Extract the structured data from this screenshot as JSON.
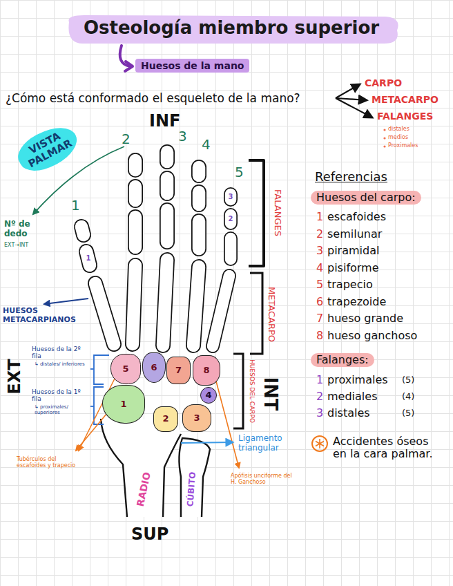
{
  "diagram": {
    "title": "Osteología miembro superior",
    "nodes": [
      {
        "text": [
          "Huesos de la mano"
        ]
      },
      {
        "text": [
          "VISTA PALMAR"
        ]
      },
      {
        "text": [
          "Huesos del carpo:"
        ]
      },
      {
        "text": [
          "Falanges:"
        ]
      },
      {
        "text": [
          "5"
        ]
      },
      {
        "text": [
          "6"
        ]
      },
      {
        "text": [
          "7"
        ]
      },
      {
        "text": [
          "8"
        ]
      },
      {
        "text": [
          "1"
        ]
      },
      {
        "text": [
          "2"
        ]
      },
      {
        "text": [
          "3"
        ]
      },
      {
        "text": [
          "4"
        ]
      }
    ],
    "labels": [
      "¿Cómo está conformado el esqueleto de la mano?",
      "CARPO",
      "METACARPO",
      "FALANGES",
      "distales",
      "medios",
      "Proximales",
      "INF",
      "2",
      "3",
      "4",
      "5",
      "1",
      "Nº de dedo",
      "EXT→INT",
      "FALANGES",
      "METACARPO",
      "HUESOS DEL CARPO",
      "INT",
      "HUESOS METACARPIANOS",
      "Huesos de la 2º fila",
      "↳ distales/ inferiores",
      "Huesos de la 1º fila",
      "↳ proximales/ superiores",
      "EXT",
      "Tubérculos del escafoides y trapecio",
      "RADIO",
      "CÚBITO",
      "Ligamento triangular",
      "Apófisis unciforme del H. Ganchoso",
      "SUP",
      "1",
      "3",
      "2",
      "Referencias",
      "1",
      "escafoides",
      "2",
      "semilunar",
      "3",
      "piramidal",
      "4",
      "pisiforme",
      "5",
      "trapecio",
      "6",
      "trapezoide",
      "7",
      "hueso grande",
      "8",
      "hueso ganchoso",
      "1",
      "proximales",
      "(5)",
      "2",
      "mediales",
      "(4)",
      "3",
      "distales",
      "(5)",
      "Accidentes óseos en la cara palmar."
    ]
  }
}
